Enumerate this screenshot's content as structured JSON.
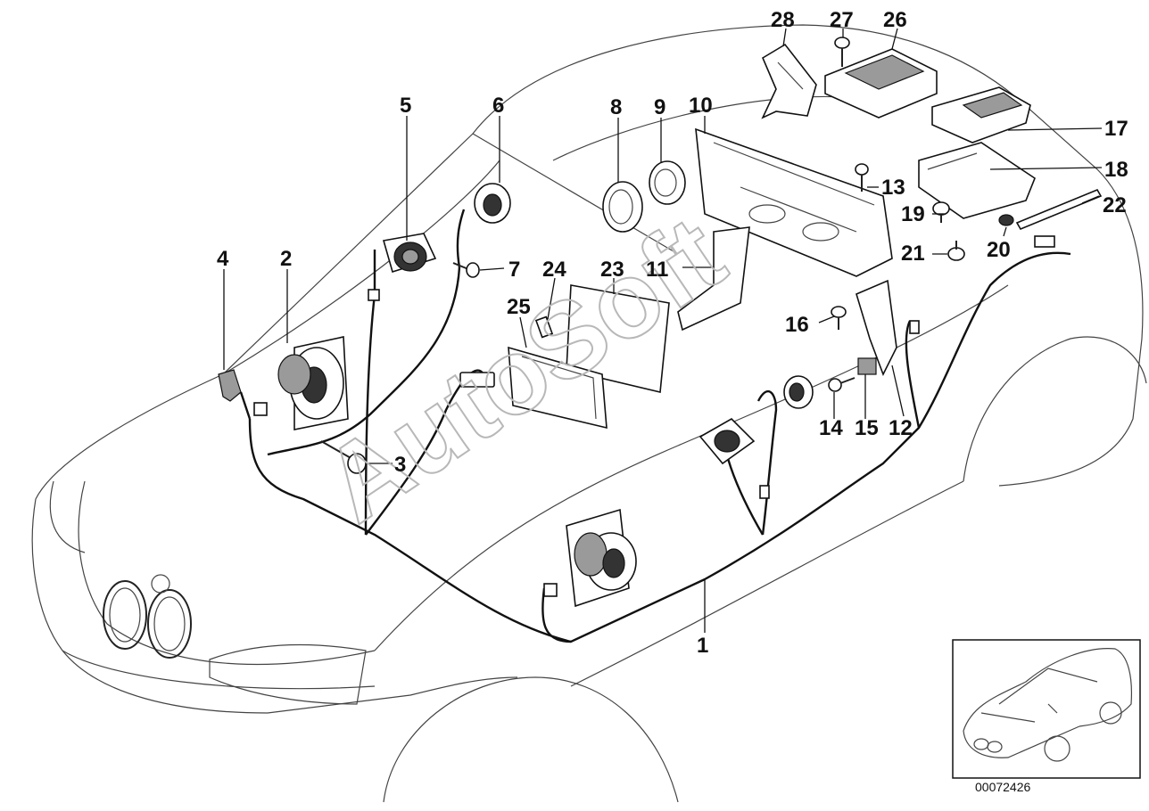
{
  "callouts": [
    {
      "id": "1",
      "text": "1"
    },
    {
      "id": "2",
      "text": "2"
    },
    {
      "id": "3",
      "text": "3"
    },
    {
      "id": "4",
      "text": "4"
    },
    {
      "id": "5",
      "text": "5"
    },
    {
      "id": "6",
      "text": "6"
    },
    {
      "id": "7",
      "text": "7"
    },
    {
      "id": "8",
      "text": "8"
    },
    {
      "id": "9",
      "text": "9"
    },
    {
      "id": "10",
      "text": "10"
    },
    {
      "id": "11",
      "text": "11"
    },
    {
      "id": "12",
      "text": "12"
    },
    {
      "id": "13",
      "text": "13"
    },
    {
      "id": "14",
      "text": "14"
    },
    {
      "id": "15",
      "text": "15"
    },
    {
      "id": "16",
      "text": "16"
    },
    {
      "id": "17",
      "text": "17"
    },
    {
      "id": "18",
      "text": "18"
    },
    {
      "id": "19",
      "text": "19"
    },
    {
      "id": "20",
      "text": "20"
    },
    {
      "id": "21",
      "text": "21"
    },
    {
      "id": "22",
      "text": "22"
    },
    {
      "id": "23",
      "text": "23"
    },
    {
      "id": "24",
      "text": "24"
    },
    {
      "id": "25",
      "text": "25"
    },
    {
      "id": "26",
      "text": "26"
    },
    {
      "id": "27",
      "text": "27"
    },
    {
      "id": "28",
      "text": "28"
    }
  ],
  "watermark": "AutoSoft",
  "diagram_number": "00072426",
  "colors": {
    "line": "#111111",
    "watermark": "#b8b8b8",
    "background": "#ffffff"
  }
}
